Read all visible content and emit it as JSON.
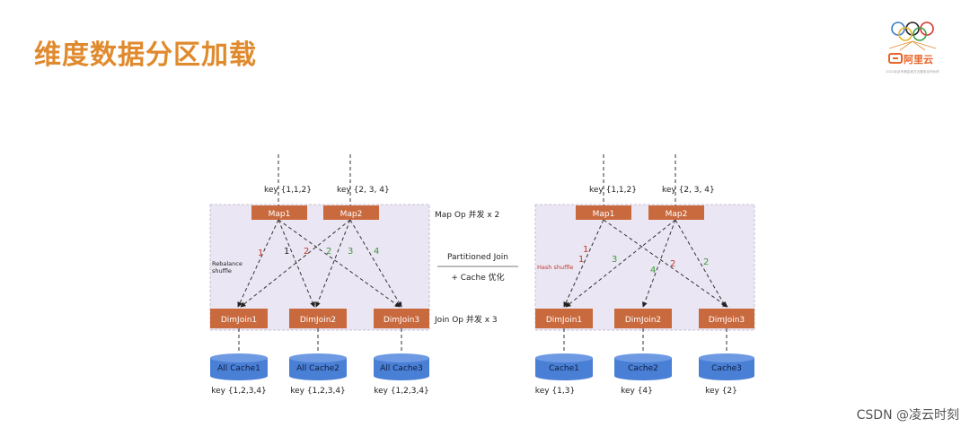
{
  "page": {
    "title": "维度数据分区加载",
    "watermark": "CSDN @凌云时刻",
    "logo_text": "阿里云",
    "logo_caption": "2022北京冬奥会官方云服务合作伙伴"
  },
  "middle": {
    "partitioned_join": "Partitioned Join",
    "cache_opt": "+ Cache 优化",
    "map_op": "Map Op 并发 x 2",
    "join_op": "Join Op 并发 x 3"
  },
  "left": {
    "keys": [
      "key {1,1,2}",
      "key {2, 3, 4}"
    ],
    "maps": [
      "Map1",
      "Map2"
    ],
    "side_label_line1": "Rebalance",
    "side_label_line2": "shuffle",
    "edge_labels": [
      "1",
      "1",
      "2",
      "2",
      "3",
      "4"
    ],
    "joins": [
      "DimJoin1",
      "DimJoin2",
      "DimJoin3"
    ],
    "caches": [
      "All Cache1",
      "All Cache2",
      "All Cache3"
    ],
    "cache_keys": [
      "key {1,2,3,4}",
      "key {1,2,3,4}",
      "key {1,2,3,4}"
    ]
  },
  "right": {
    "keys": [
      "key {1,1,2}",
      "key {2, 3, 4}"
    ],
    "maps": [
      "Map1",
      "Map2"
    ],
    "side_label": "Hash shuffle",
    "edge_labels": [
      "1",
      "1",
      "3",
      "4",
      "2",
      "2"
    ],
    "joins": [
      "DimJoin1",
      "DimJoin2",
      "DimJoin3"
    ],
    "caches": [
      "Cache1",
      "Cache2",
      "Cache3"
    ],
    "cache_keys": [
      "key {1,3}",
      "key {4}",
      "key {2}"
    ]
  },
  "colors": {
    "title": "#e08a2e",
    "node": "#c9693e",
    "panel": "#ebe6f3",
    "cache": "#4a7fd6",
    "red": "#c0392b",
    "green": "#3a9a3a"
  }
}
